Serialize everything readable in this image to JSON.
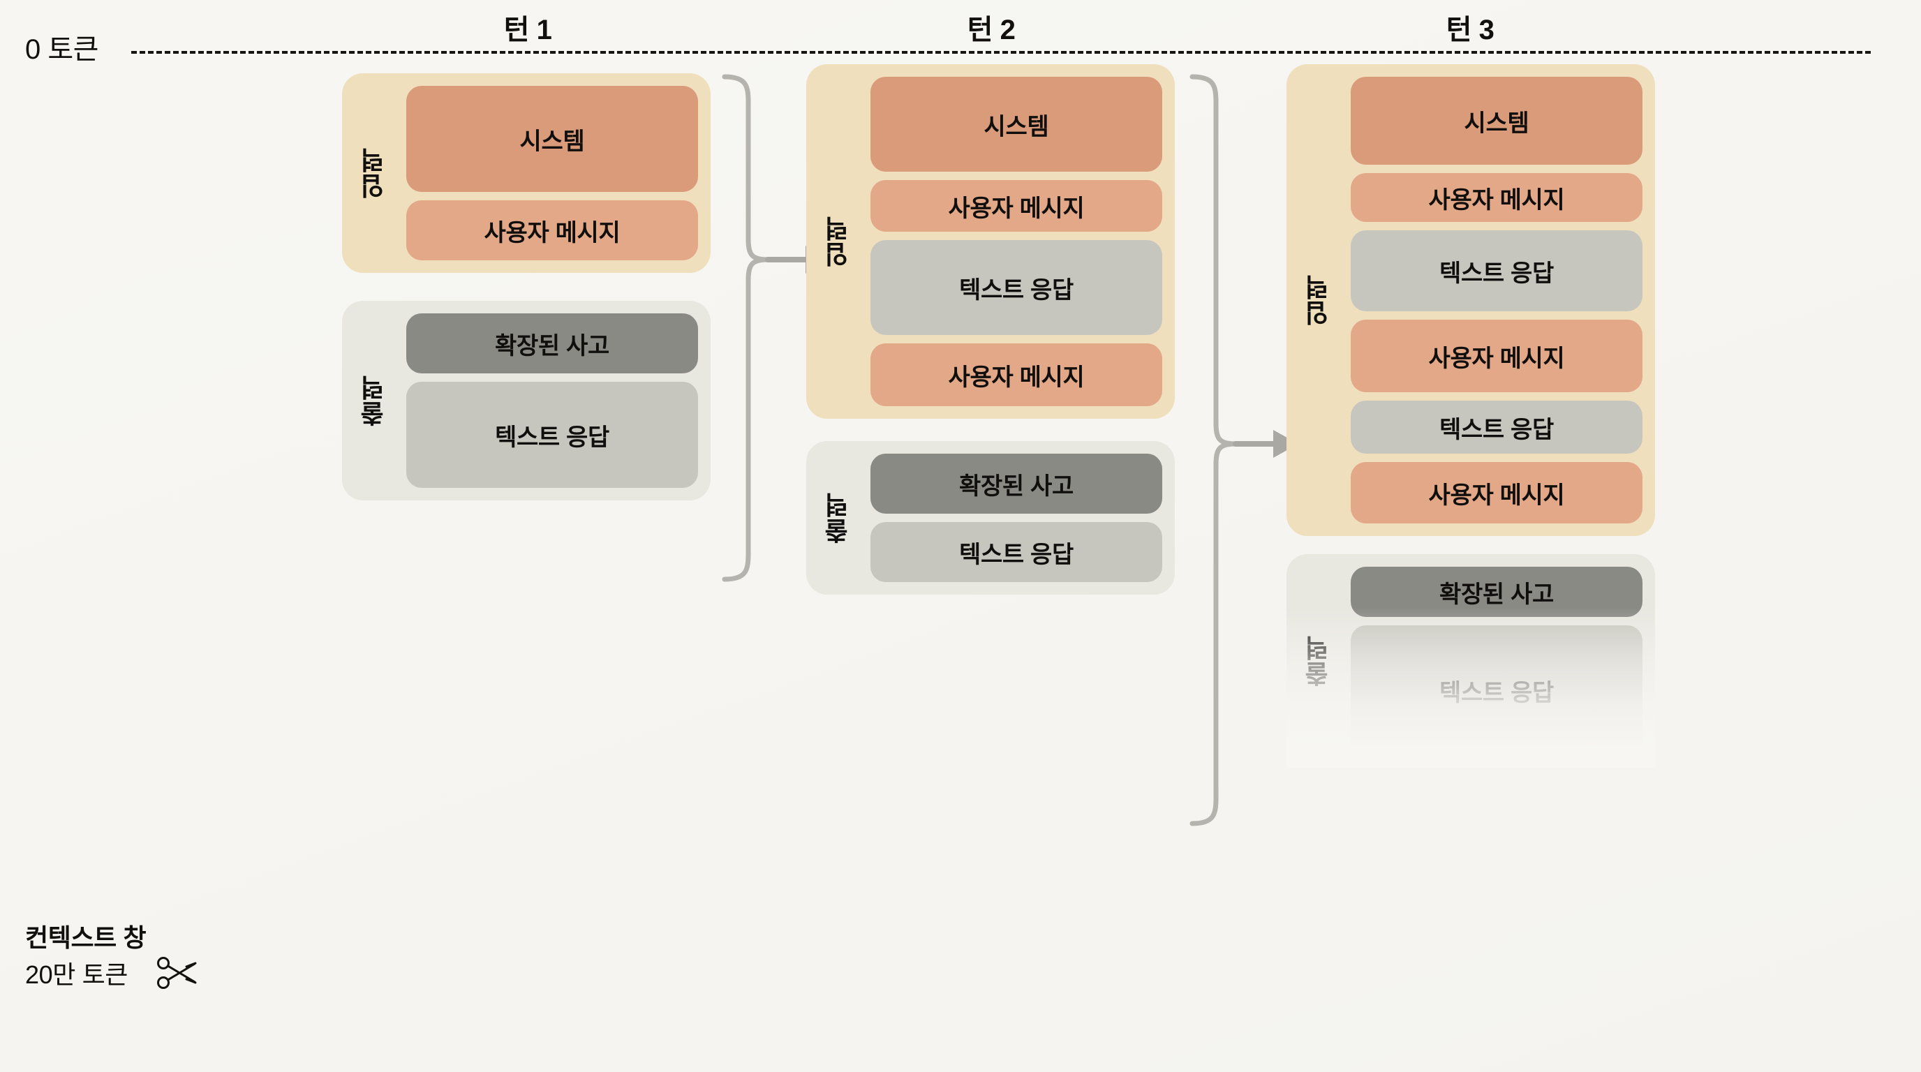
{
  "axis": {
    "zero_label": "0 토큰"
  },
  "turns": [
    {
      "title": "턴 1",
      "input": {
        "label": "입력",
        "blocks": [
          {
            "kind": "system",
            "label": "시스템"
          },
          {
            "kind": "user",
            "label": "사용자 메시지"
          }
        ]
      },
      "output": {
        "label": "출력",
        "blocks": [
          {
            "kind": "thinking",
            "label": "확장된 사고"
          },
          {
            "kind": "text",
            "label": "텍스트 응답"
          }
        ]
      }
    },
    {
      "title": "턴 2",
      "input": {
        "label": "입력",
        "blocks": [
          {
            "kind": "system",
            "label": "시스템"
          },
          {
            "kind": "user",
            "label": "사용자 메시지"
          },
          {
            "kind": "text",
            "label": "텍스트 응답"
          },
          {
            "kind": "user",
            "label": "사용자 메시지"
          }
        ]
      },
      "output": {
        "label": "출력",
        "blocks": [
          {
            "kind": "thinking",
            "label": "확장된 사고"
          },
          {
            "kind": "text",
            "label": "텍스트 응답"
          }
        ]
      }
    },
    {
      "title": "턴 3",
      "input": {
        "label": "입력",
        "blocks": [
          {
            "kind": "system",
            "label": "시스템"
          },
          {
            "kind": "user",
            "label": "사용자 메시지"
          },
          {
            "kind": "text",
            "label": "텍스트 응답"
          },
          {
            "kind": "user",
            "label": "사용자 메시지"
          },
          {
            "kind": "text",
            "label": "텍스트 응답"
          },
          {
            "kind": "user",
            "label": "사용자 메시지"
          }
        ]
      },
      "output": {
        "label": "출력",
        "blocks": [
          {
            "kind": "thinking",
            "label": "확장된 사고"
          },
          {
            "kind": "text",
            "label": "텍스트 응답"
          }
        ]
      }
    }
  ],
  "context_window": {
    "title": "컨텍스트 창",
    "subtitle": "20만 토큰",
    "icon": "scissors-icon"
  },
  "colors": {
    "background": "#f7f6f3",
    "input_group": "#efdfbd",
    "output_group": "#e8e7e0",
    "system_block": "#d99b79",
    "user_block": "#e2a888",
    "thinking_block": "#8a8a84",
    "text_block": "#c7c6be",
    "axis_line": "#171513",
    "connector": "#b4b3ae",
    "text_dark": "#12100e"
  }
}
